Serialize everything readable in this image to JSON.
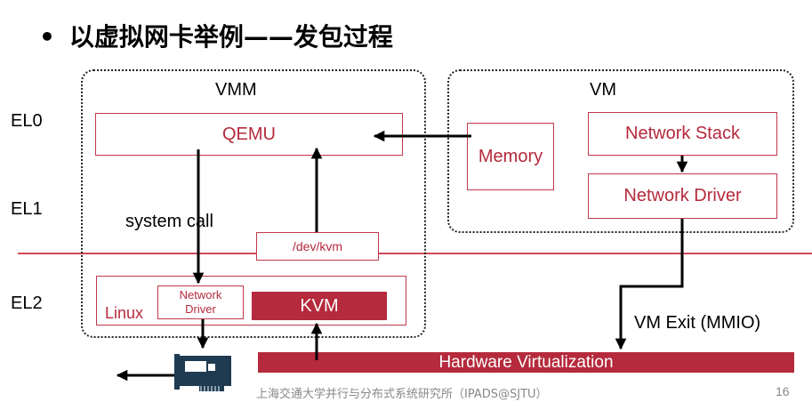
{
  "slide": {
    "bullet": "•",
    "title": "以虚拟网卡举例——发包过程",
    "footer": "上海交通大学并行与分布式系统研究所（IPADS@SJTU）",
    "page_number": "16"
  },
  "levels": {
    "el0": "EL0",
    "el1": "EL1",
    "el2": "EL2"
  },
  "vmm": {
    "label": "VMM",
    "qemu": "QEMU",
    "syscall": "system call",
    "devkvm": "/dev/kvm",
    "linux": "Linux",
    "linux_driver": "Network Driver",
    "kvm": "KVM"
  },
  "vm": {
    "label": "VM",
    "memory": "Memory",
    "network_stack": "Network Stack",
    "network_driver": "Network Driver"
  },
  "hw": {
    "hardware_virtualization": "Hardware Virtualization",
    "vm_exit": "VM Exit (MMIO)"
  },
  "colors": {
    "accent_red": "#b52a3c",
    "level_line": "#d3485a",
    "kvm_fill": "#b52a3c"
  }
}
